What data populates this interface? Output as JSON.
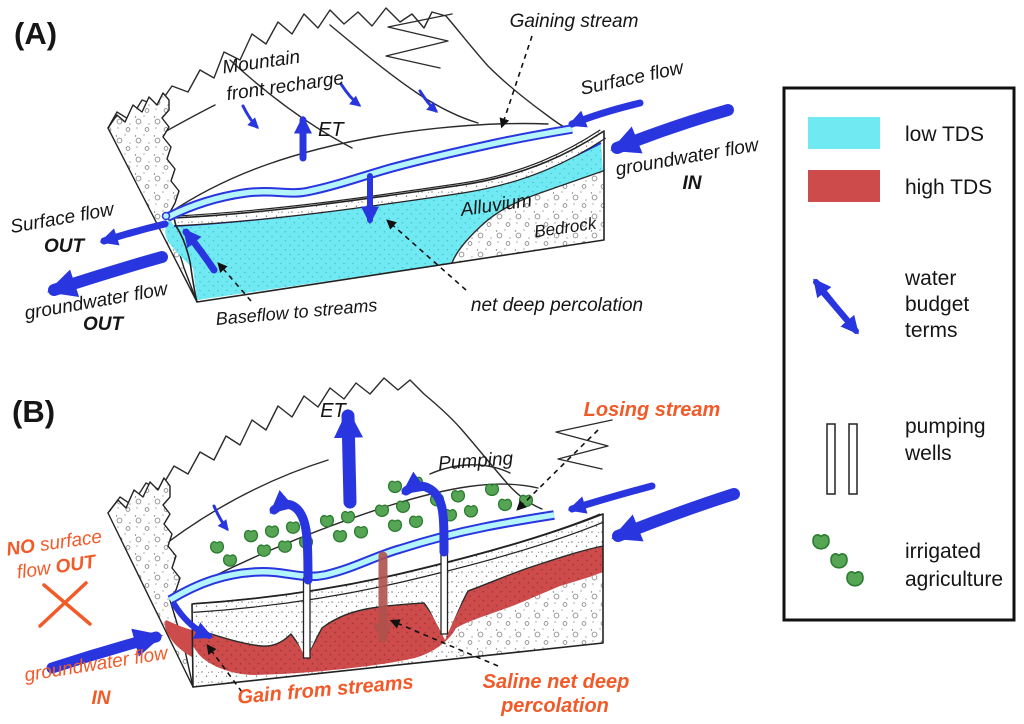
{
  "figure_type": "groundwater salinization block diagrams",
  "colors": {
    "arrow_blue": "#2936e0",
    "low_tds_cyan": "#70e9f2",
    "stream_cyan": "#b3f5fa",
    "high_tds_red": "#cd4b4b",
    "saline_arrow_red": "#b0524d",
    "annotation_orange": "#f15a29",
    "crop_green": "#55a555",
    "outline_black": "#222222"
  },
  "panel_a": {
    "tag": "(A)",
    "mountain_front_recharge_line1": "Mountain",
    "mountain_front_recharge_line2": "front recharge",
    "et": "ET",
    "gaining_stream": "Gaining stream",
    "surface_flow_in": "Surface flow",
    "groundwater_flow_in": "groundwater flow",
    "groundwater_flow_in_bold": "IN",
    "surface_flow_out": "Surface flow",
    "surface_flow_out_bold": "OUT",
    "groundwater_flow_out": "groundwater flow",
    "groundwater_flow_out_bold": "OUT",
    "baseflow_to_streams": "Baseflow to streams",
    "net_deep_percolation": "net deep percolation",
    "alluvium": "Alluvium",
    "bedrock": "Bedrock"
  },
  "panel_b": {
    "tag": "(B)",
    "et": "ET",
    "pumping": "Pumping",
    "losing_stream": "Losing stream",
    "no_surface_line1_bold": "NO",
    "no_surface_line1_rest": " surface",
    "no_surface_line2_rest": "flow ",
    "no_surface_line2_bold": "OUT",
    "groundwater_flow_in": "groundwater flow",
    "groundwater_flow_in_bold": "IN",
    "gain_from_streams": "Gain from streams",
    "saline_line1": "Saline net deep",
    "saline_line2": "percolation"
  },
  "legend": {
    "items": [
      {
        "icon": "low-tds-swatch",
        "lines": [
          "low TDS"
        ]
      },
      {
        "icon": "high-tds-swatch",
        "lines": [
          "high TDS"
        ]
      },
      {
        "icon": "water-budget-arrows-icon",
        "lines": [
          "water",
          "budget",
          "terms"
        ]
      },
      {
        "icon": "pumping-wells-icon",
        "lines": [
          "pumping",
          "wells"
        ]
      },
      {
        "icon": "irrigated-agriculture-icon",
        "lines": [
          "irrigated",
          "agriculture"
        ]
      }
    ]
  }
}
